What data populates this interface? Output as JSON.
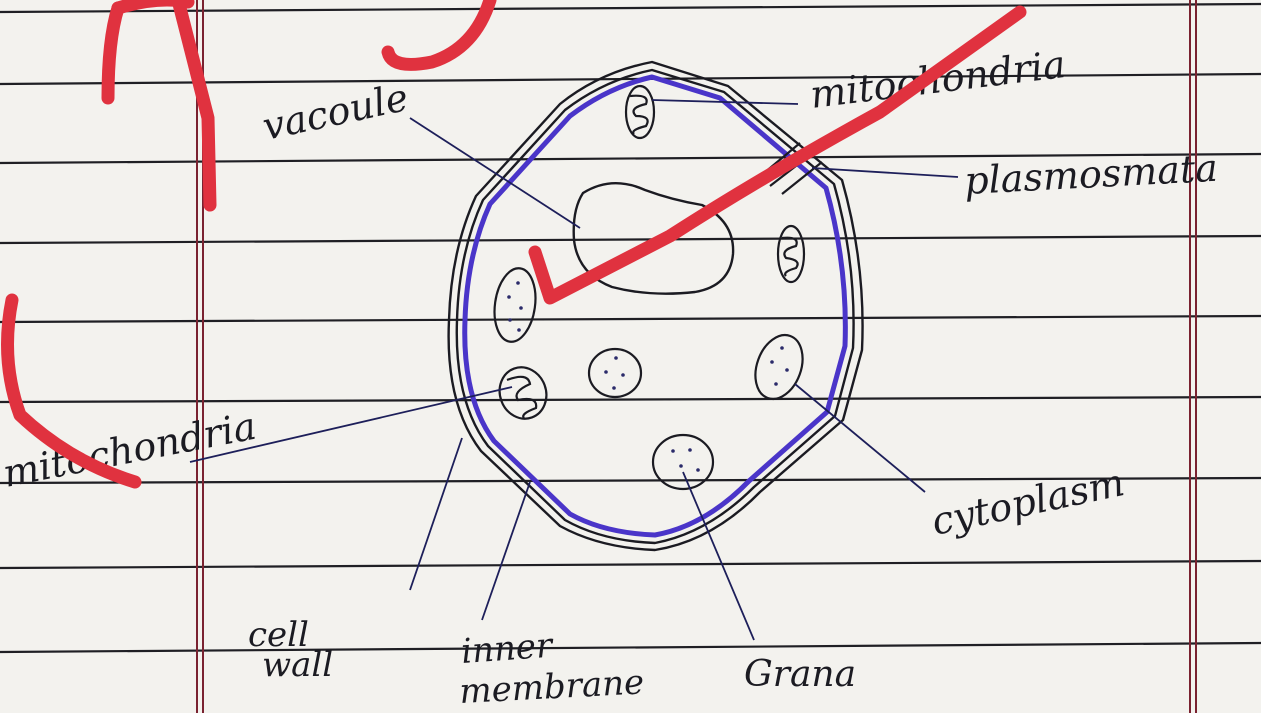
{
  "labels": {
    "vacuole": "vacoule",
    "mitochondria_top": "mitochondria",
    "plasmodesmata": "plasmosmata",
    "mitochondria_left": "mitochondria",
    "cytoplasm": "cytoplasm",
    "cell_wall_line1": "cell",
    "cell_wall_line2": "wall",
    "inner_membrane_line1": "inner",
    "inner_membrane_line2": "membrane",
    "grana": "Grana"
  },
  "colors": {
    "paper": "#f3f2ee",
    "ruled_line": "#1f1f24",
    "margin_line": "#7a2230",
    "ink": "#1b1b22",
    "pointer_ink": "#1d1f5a",
    "membrane": "#4a35c9",
    "annotation": "#e0323f"
  }
}
